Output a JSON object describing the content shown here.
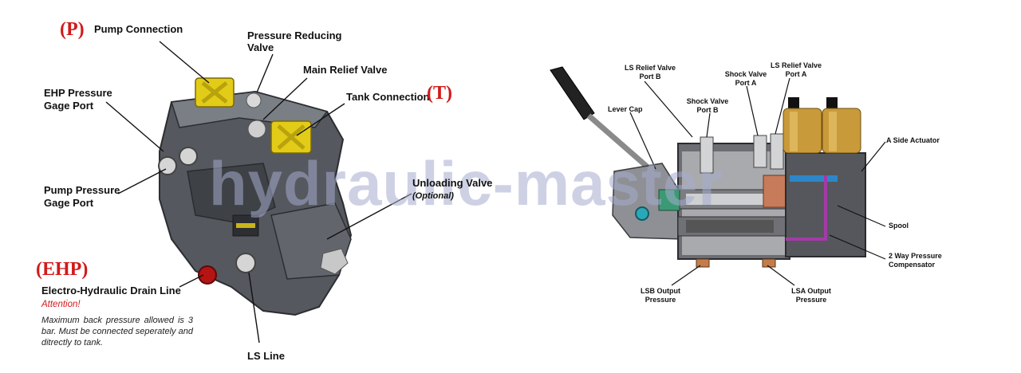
{
  "left_panel": {
    "tags": {
      "p": "(P)",
      "t": "(T)",
      "ehp": "(EHP)"
    },
    "labels": {
      "pump_connection": "Pump Connection",
      "pressure_reducing_1": "Pressure Reducing",
      "pressure_reducing_2": "Valve",
      "main_relief": "Main Relief Valve",
      "tank_connection": "Tank Connection",
      "ehp_port_1": "EHP Pressure",
      "ehp_port_2": "Gage Port",
      "pump_gage_1": "Pump Pressure",
      "pump_gage_2": "Gage Port",
      "unloading_1": "Unloading Valve",
      "unloading_2": "(Optional)",
      "drain_line": "Electro-Hydraulic Drain Line",
      "attention": "Attention!",
      "note": "Maximum back pressure allowed is 3 bar. Must be connected seperately and ditrectly to tank.",
      "ls_line": "LS Line"
    }
  },
  "watermark": "hydraulic-master",
  "right_panel": {
    "labels": {
      "ls_relief_b_1": "LS Relief Valve",
      "ls_relief_b_2": "Port B",
      "lever_cap": "Lever Cap",
      "shock_b_1": "Shock Valve",
      "shock_b_2": "Port B",
      "shock_a_1": "Shock Valve",
      "shock_a_2": "Port A",
      "ls_relief_a_1": "LS Relief Valve",
      "ls_relief_a_2": "Port A",
      "a_side_actuator": "A Side Actuator",
      "spool": "Spool",
      "comp_1": "2 Way Pressure",
      "comp_2": "Compensator",
      "lsb_1": "LSB  Output",
      "lsb_2": "Pressure",
      "lsa_1": "LSA  Output",
      "lsa_2": "Pressure"
    }
  },
  "colors": {
    "tag_red": "#d11a1a",
    "cap_yellow": "#e8d21a",
    "body_gray": "#4a4d52",
    "coil_gold": "#c99a3a"
  }
}
